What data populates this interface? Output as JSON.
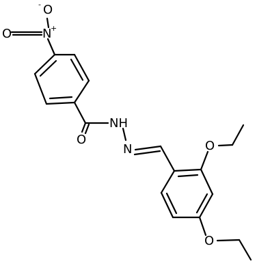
{
  "molecule": {
    "atoms": {
      "nitro_oxygen_top": "O",
      "nitro_oxygen_charge": "-",
      "nitro_nitrogen": "N",
      "nitro_nitrogen_charge": "+",
      "nitro_oxygen_left": "O",
      "carbonyl_oxygen": "O",
      "amide_nh": "NH",
      "hydrazone_nitrogen": "N",
      "ether_oxygen_upper": "O",
      "ether_oxygen_lower": "O"
    }
  },
  "colors": {
    "bond": "#000000",
    "background": "#ffffff",
    "text": "#000000"
  }
}
